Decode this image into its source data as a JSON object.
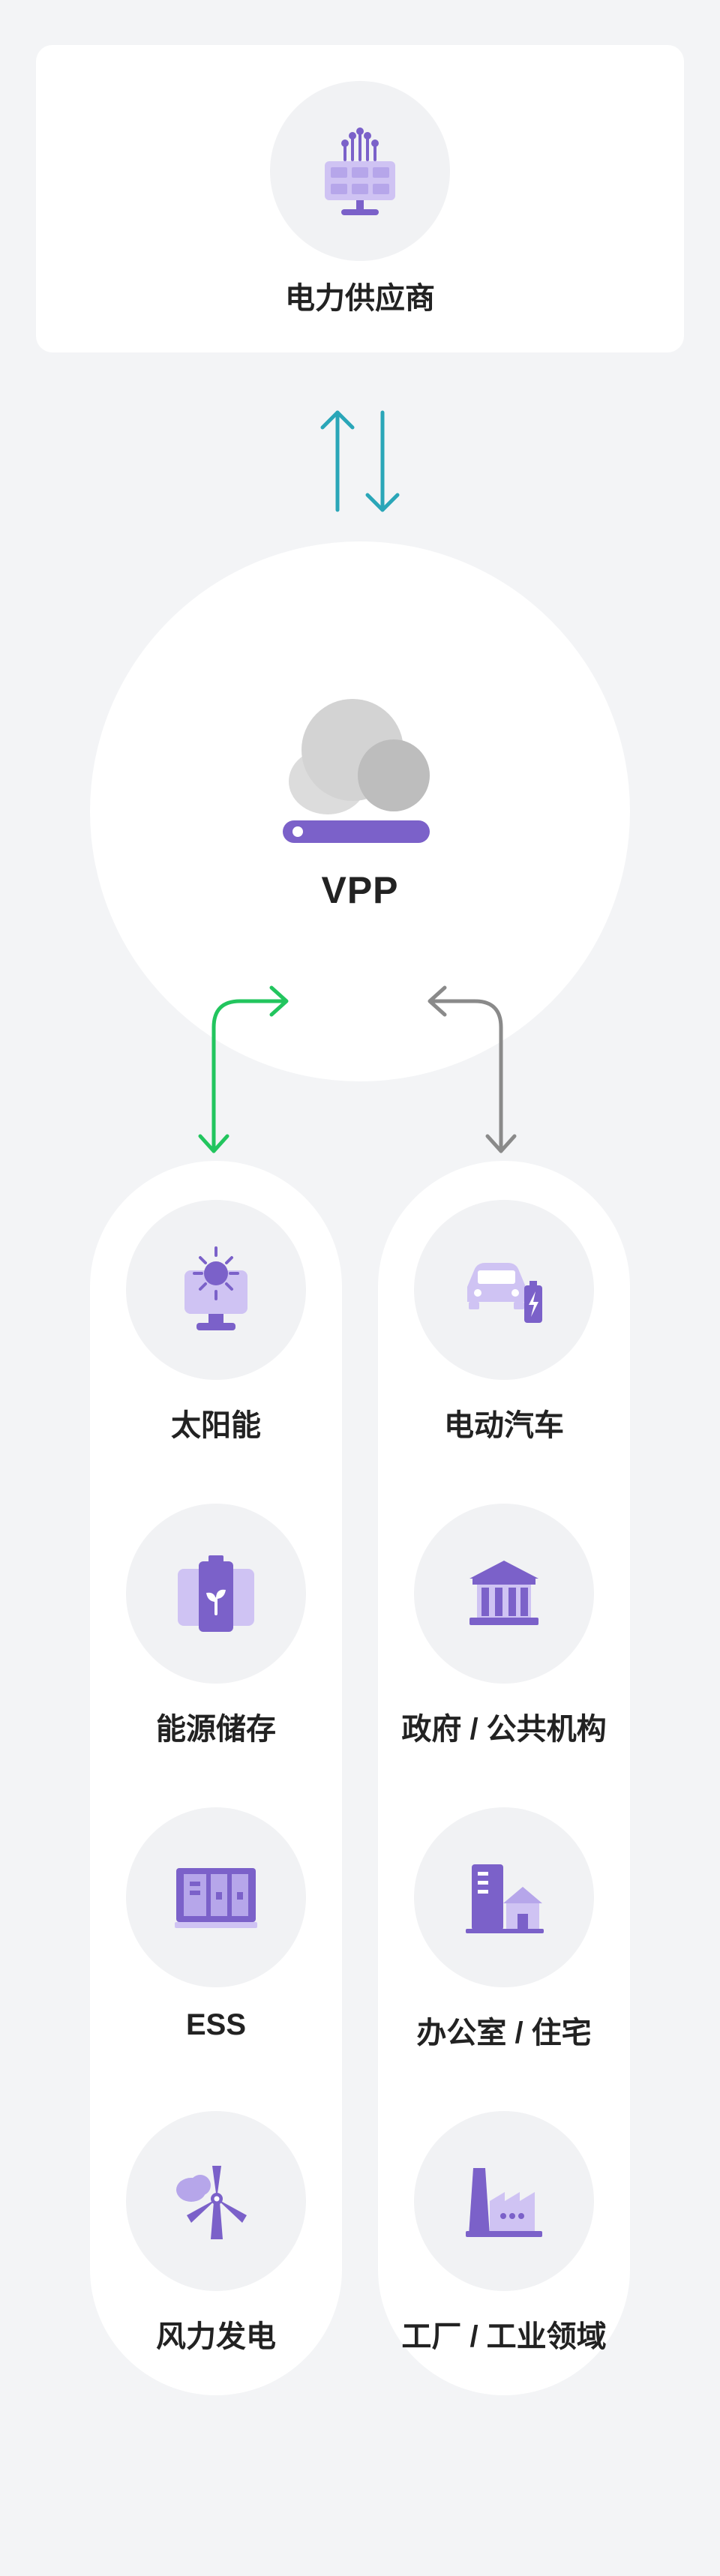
{
  "provider": {
    "label": "电力供应商",
    "icon": "solar-panel-grid-icon"
  },
  "vpp": {
    "label": "VPP",
    "icon": "cloud-server-icon"
  },
  "left_column": [
    {
      "label": "太阳能",
      "icon": "sun-panel-icon"
    },
    {
      "label": "能源储存",
      "icon": "battery-leaf-icon"
    },
    {
      "label": "ESS",
      "icon": "ess-cabinet-icon"
    },
    {
      "label": "风力发电",
      "icon": "wind-turbine-icon"
    }
  ],
  "right_column": [
    {
      "label": "电动汽车",
      "icon": "ev-car-icon"
    },
    {
      "label": "政府 / 公共机构",
      "icon": "government-building-icon"
    },
    {
      "label": "办公室 / 住宅",
      "icon": "office-house-icon"
    },
    {
      "label": "工厂 / 工业领域",
      "icon": "factory-icon"
    }
  ],
  "colors": {
    "accent_purple": "#7b61c9",
    "light_purple": "#cfc3f3",
    "arrow_teal": "#2aa6b8",
    "arrow_green": "#22c55e",
    "arrow_gray": "#8a8a8a"
  }
}
